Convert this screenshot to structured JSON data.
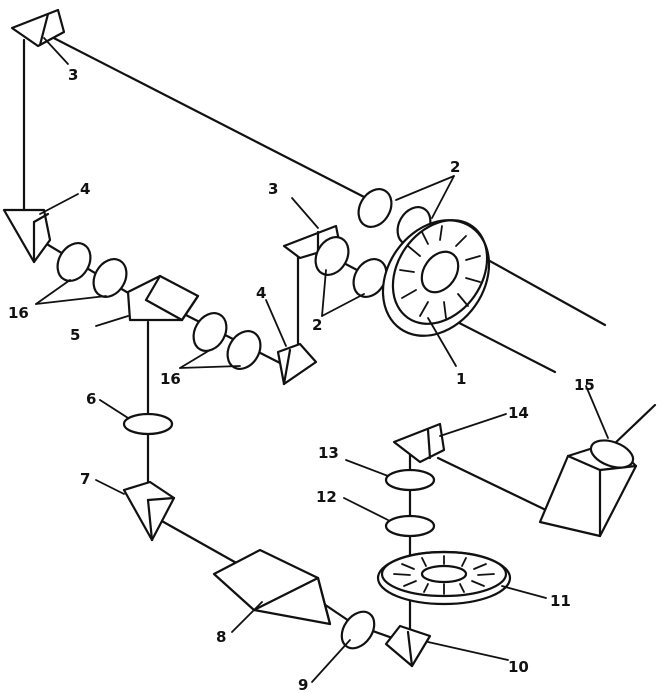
{
  "labels": {
    "l1": "1",
    "l2a": "2",
    "l2b": "2",
    "l3a": "3",
    "l3b": "3",
    "l4a": "4",
    "l4b": "4",
    "l5": "5",
    "l6": "6",
    "l7": "7",
    "l8": "8",
    "l9": "9",
    "l10": "10",
    "l11": "11",
    "l12": "12",
    "l13": "13",
    "l14": "14",
    "l15": "15",
    "l16a": "16",
    "l16b": "16"
  }
}
